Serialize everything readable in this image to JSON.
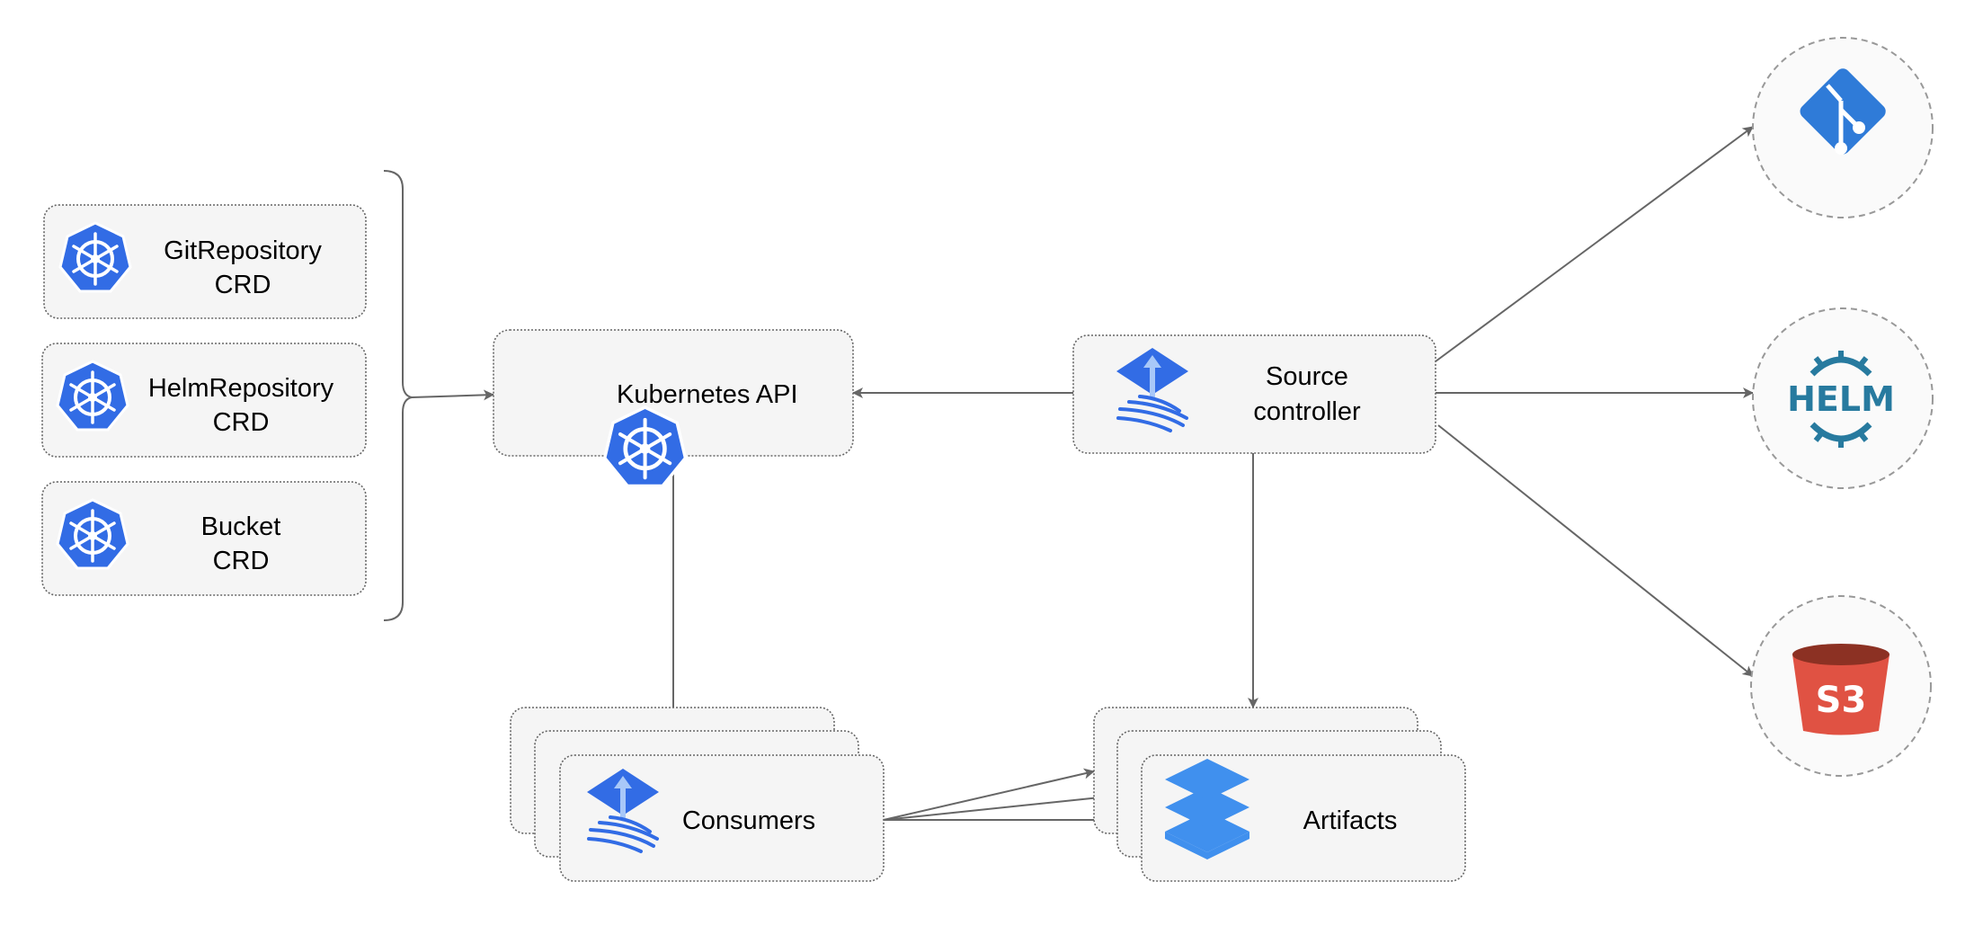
{
  "crds": [
    {
      "line1": "GitRepository",
      "line2": "CRD"
    },
    {
      "line1": "HelmRepository",
      "line2": "CRD"
    },
    {
      "line1": "Bucket",
      "line2": "CRD"
    }
  ],
  "kubernetes_api": {
    "label": "Kubernetes API",
    "icon": "kubernetes-icon"
  },
  "source_controller": {
    "line1": "Source",
    "line2": "controller",
    "icon": "flux-icon"
  },
  "consumers": {
    "label": "Consumers",
    "icon": "flux-icon"
  },
  "artifacts": {
    "label": "Artifacts",
    "icon": "layers-icon"
  },
  "sources": [
    {
      "name": "git",
      "icon": "git-icon"
    },
    {
      "name": "helm",
      "icon": "helm-icon",
      "logo_text": "HELM"
    },
    {
      "name": "s3",
      "icon": "s3-bucket-icon",
      "logo_text": "S3"
    }
  ],
  "colors": {
    "kubernetes": "#326ce5",
    "git": "#2f7bd8",
    "helm": "#277a9f",
    "s3": "#e05243",
    "s3_dark": "#8c3123",
    "artifacts": "#4090ee",
    "edge": "#666666"
  }
}
